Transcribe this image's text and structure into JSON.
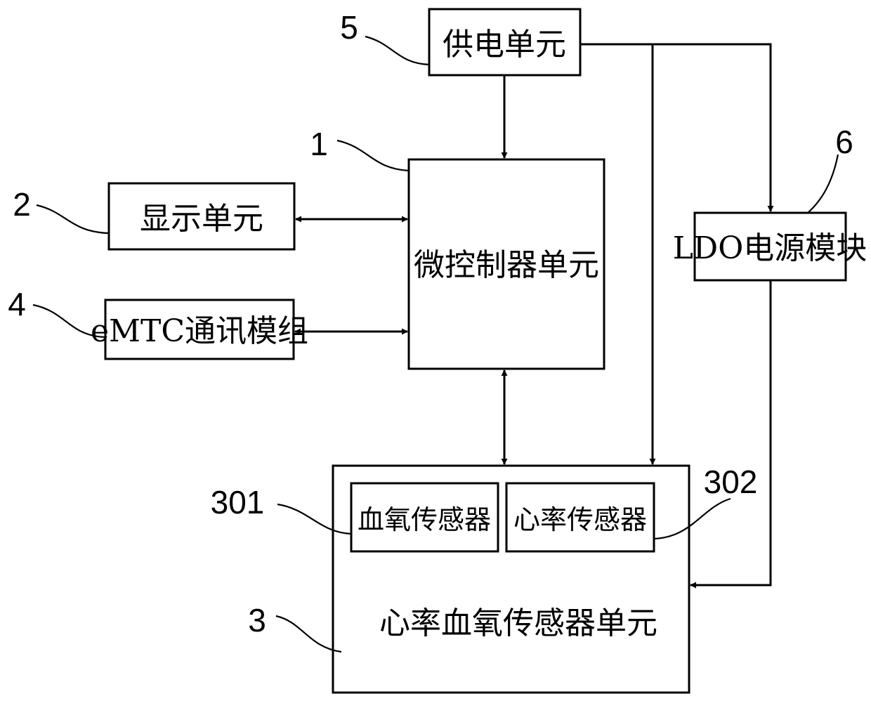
{
  "blocks": {
    "power_supply": "供电单元",
    "display": "显示单元",
    "microcontroller": "微控制器单元",
    "emtc": "eMTC通讯模组",
    "ldo": "LDO电源模块",
    "sensor_unit": "心率血氧传感器单元",
    "spo2_sensor": "血氧传感器",
    "hr_sensor": "心率传感器"
  },
  "refs": {
    "microcontroller": "1",
    "display": "2",
    "sensor_unit": "3",
    "emtc": "4",
    "power_supply": "5",
    "ldo": "6",
    "spo2_sensor": "301",
    "hr_sensor": "302"
  }
}
